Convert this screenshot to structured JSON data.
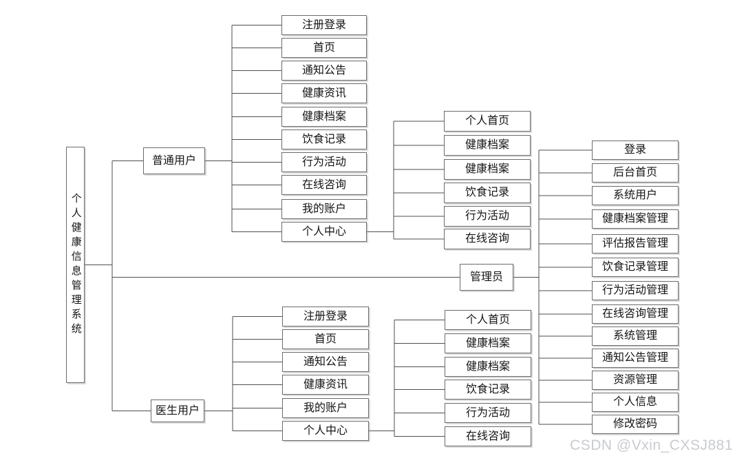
{
  "diagram": {
    "root_label": "个人健康信息管理系统",
    "actors": {
      "user": "普通用户",
      "doctor": "医生用户",
      "admin": "管理员"
    },
    "user_children": [
      "注册登录",
      "首页",
      "通知公告",
      "健康资讯",
      "健康档案",
      "饮食记录",
      "行为活动",
      "在线咨询",
      "我的账户",
      "个人中心"
    ],
    "user_center_children": [
      "个人首页",
      "健康档案",
      "健康档案",
      "饮食记录",
      "行为活动",
      "在线咨询"
    ],
    "doctor_children": [
      "注册登录",
      "首页",
      "通知公告",
      "健康资讯",
      "我的账户",
      "个人中心"
    ],
    "doctor_center_children": [
      "个人首页",
      "健康档案",
      "健康档案",
      "饮食记录",
      "行为活动",
      "在线咨询"
    ],
    "admin_children": [
      "登录",
      "后台首页",
      "系统用户",
      "健康档案管理",
      "评估报告管理",
      "饮食记录管理",
      "行为活动管理",
      "在线咨询管理",
      "系统管理",
      "通知公告管理",
      "资源管理",
      "个人信息",
      "修改密码"
    ]
  },
  "watermark": "CSDN @Vxin_CXSJ881",
  "colors": {
    "background": "#ffffff",
    "box_border": "#6a6a6a",
    "connector": "#4d4d4d",
    "text": "#141414",
    "watermark": "#c9cbd0"
  }
}
